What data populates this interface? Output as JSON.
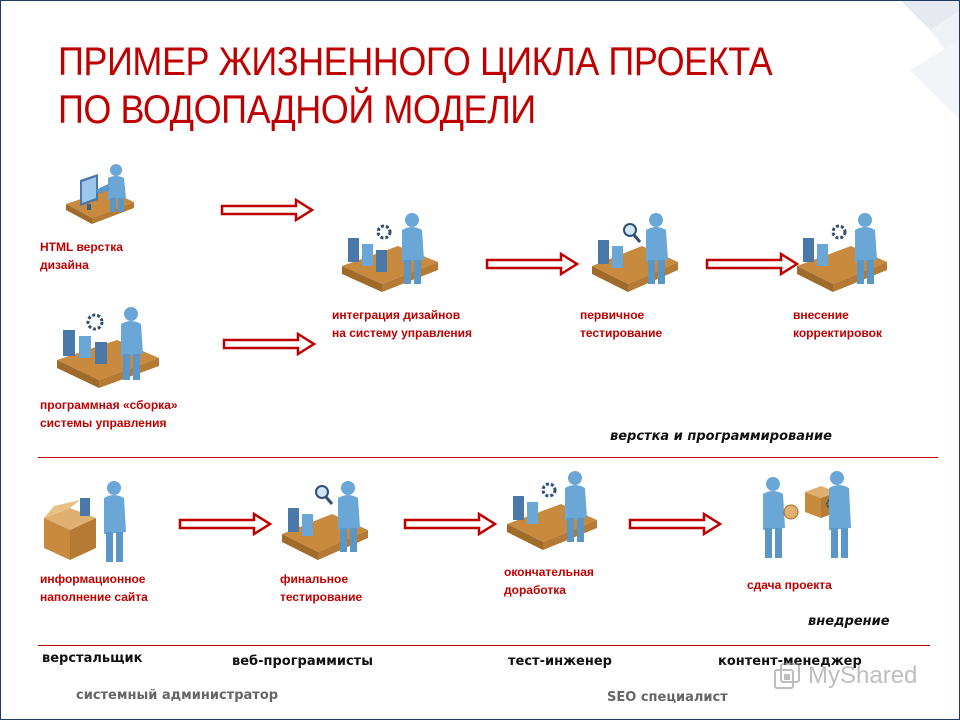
{
  "title": {
    "line1": "ПРИМЕР ЖИЗНЕННОГО ЦИКЛА ПРОЕКТА",
    "line2": "ПО ВОДОПАДНОЙ МОДЕЛИ"
  },
  "stages": {
    "html": {
      "line1": "HTML верстка",
      "line2": "дизайна"
    },
    "build": {
      "line1": "программная «сборка»",
      "line2": "системы управления"
    },
    "integration": {
      "line1": "интеграция дизайнов",
      "line2": "на систему управления"
    },
    "primary_test": {
      "line1": "первичное",
      "line2": "тестирование"
    },
    "corrections": {
      "line1": "внесение",
      "line2": "корректировок"
    },
    "content": {
      "line1": "информационное",
      "line2": "наполнение сайта"
    },
    "final_test": {
      "line1": "финальное",
      "line2": "тестирование"
    },
    "final_fix": {
      "line1": "окончательная",
      "line2": "доработка"
    },
    "delivery": {
      "line1": "сдача проекта"
    }
  },
  "sections": {
    "coding": "верстка и программирование",
    "deployment": "внедрение"
  },
  "roles": {
    "layout": "верстальщик",
    "dev": "веб-программисты",
    "qa": "тест-инженер",
    "content": "контент-менеджер",
    "sysadmin": "системный администратор",
    "seo": "SEO специалист"
  },
  "watermark": "MyShared",
  "colors": {
    "accent": "#c00000",
    "figure": "#6aa6d6",
    "belt": "#c88a3e"
  }
}
